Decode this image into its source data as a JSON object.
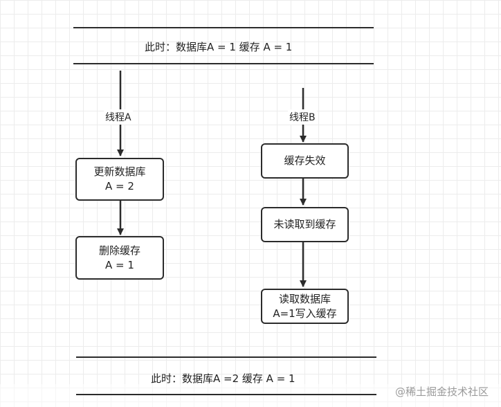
{
  "top_state": "此时：数据库A = 1 缓存 A = 1",
  "bottom_state": "此时：数据库A =2 缓存 A = 1",
  "thread_a": {
    "label": "线程A",
    "steps": [
      {
        "line1": "更新数据库",
        "line2": "A = 2"
      },
      {
        "line1": "删除缓存",
        "line2": "A = 1"
      }
    ]
  },
  "thread_b": {
    "label": "线程B",
    "steps": [
      {
        "line1": "缓存失效"
      },
      {
        "line1": "未读取到缓存"
      },
      {
        "line1": "读取数据库",
        "line2": "A=1写入缓存"
      }
    ]
  },
  "watermark": "@稀土掘金技术社区"
}
